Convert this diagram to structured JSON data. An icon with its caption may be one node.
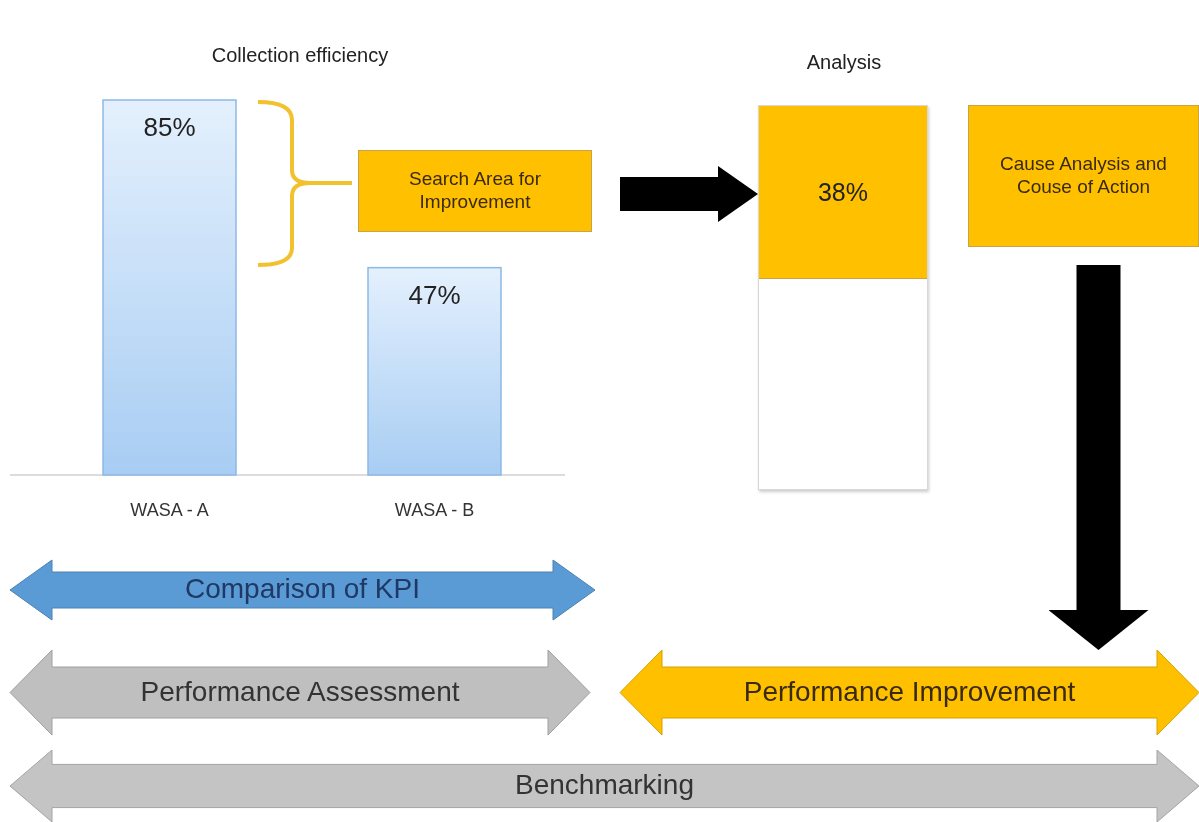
{
  "diagram": {
    "nodes": [
      {
        "text": [
          "Search Area for Improvement"
        ]
      },
      {
        "text": [
          "Analysis",
          "38%"
        ]
      },
      {
        "text": [
          "Cause Analysis and Couse of Action"
        ]
      },
      {
        "text": [
          "Comparison of KPI"
        ]
      },
      {
        "text": [
          "Performance Assessment"
        ]
      },
      {
        "text": [
          "Performance Improvement"
        ]
      },
      {
        "text": [
          "Benchmarking"
        ]
      }
    ],
    "edges": [
      {
        "from": 0,
        "to": 1,
        "arrow": "to"
      },
      {
        "from": 2,
        "to": 5,
        "arrow": "to"
      }
    ],
    "chart_data": {
      "type": "bar",
      "title": "Collection efficiency",
      "categories": [
        "WASA - A",
        "WASA - B"
      ],
      "values": [
        85,
        47
      ],
      "value_labels": [
        "85%",
        "47%"
      ]
    }
  }
}
